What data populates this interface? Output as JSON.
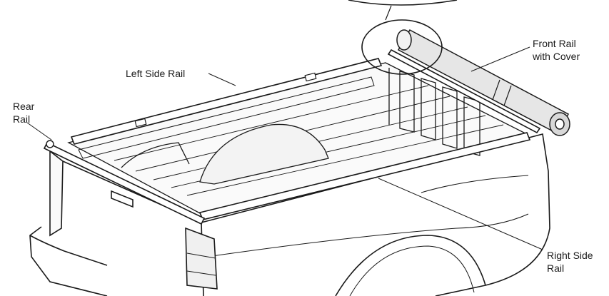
{
  "labels": {
    "front_rail_line1": "Front Rail",
    "front_rail_line2": "with Cover",
    "left_side_rail": "Left Side Rail",
    "rear_rail_line1": "Rear",
    "rear_rail_line2": "Rail",
    "right_side_rail_line1": "Right Side",
    "right_side_rail_line2": "Rail"
  },
  "colors": {
    "line": "#1a1a1a",
    "roll_fill": "#e6e6e6",
    "bed_fill": "#fafafa"
  }
}
